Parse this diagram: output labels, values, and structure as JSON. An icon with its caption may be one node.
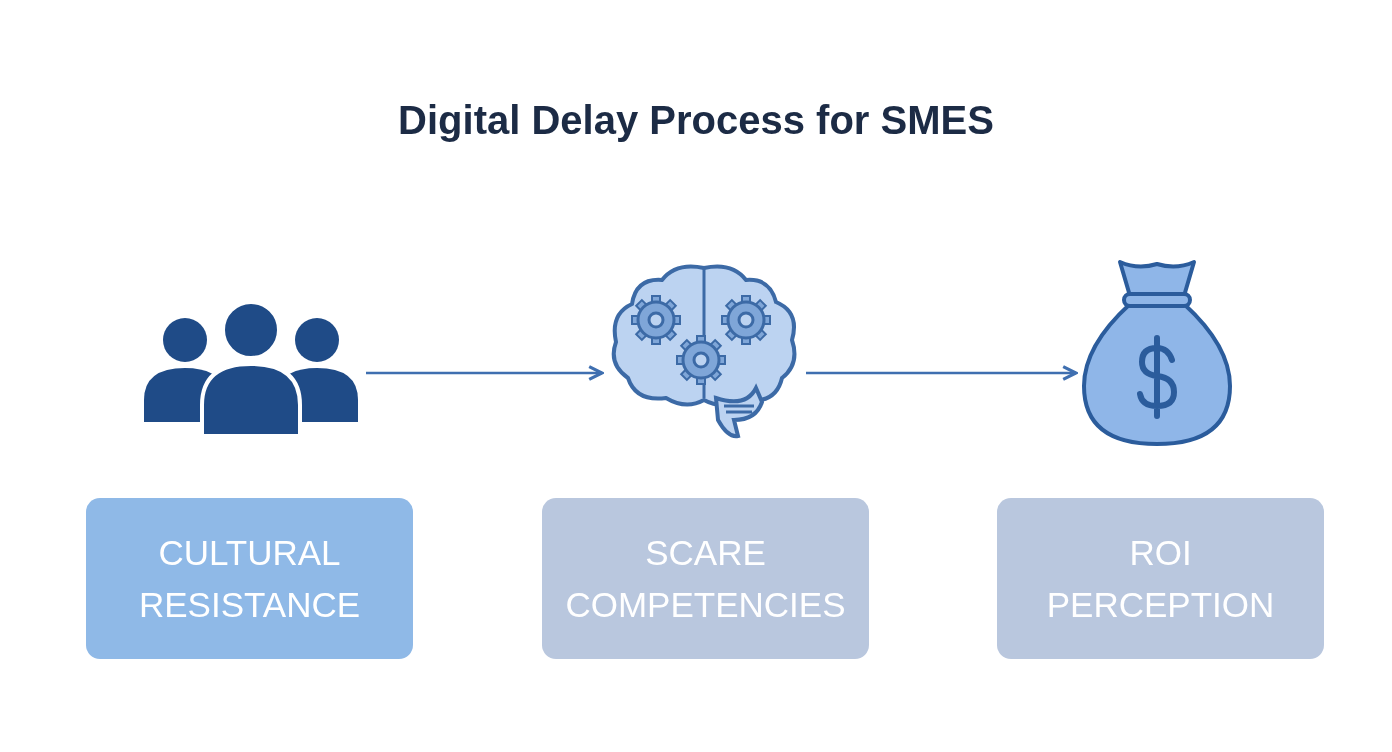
{
  "diagram": {
    "title": "Digital Delay Process for SMES",
    "nodes": [
      {
        "text": [],
        "shape": "picture"
      },
      {
        "text": [],
        "shape": "picture"
      },
      {
        "text": [],
        "shape": "picture"
      },
      {
        "text": [
          "CULTURAL RESISTANCE"
        ]
      },
      {
        "text": [
          "SCARE COMPETENCIES"
        ]
      },
      {
        "text": [
          "ROI PERCEPTION"
        ]
      }
    ],
    "edges": [
      {
        "from": 0,
        "to": 1,
        "arrow": "to"
      },
      {
        "from": 1,
        "to": 2,
        "arrow": "to"
      }
    ]
  }
}
